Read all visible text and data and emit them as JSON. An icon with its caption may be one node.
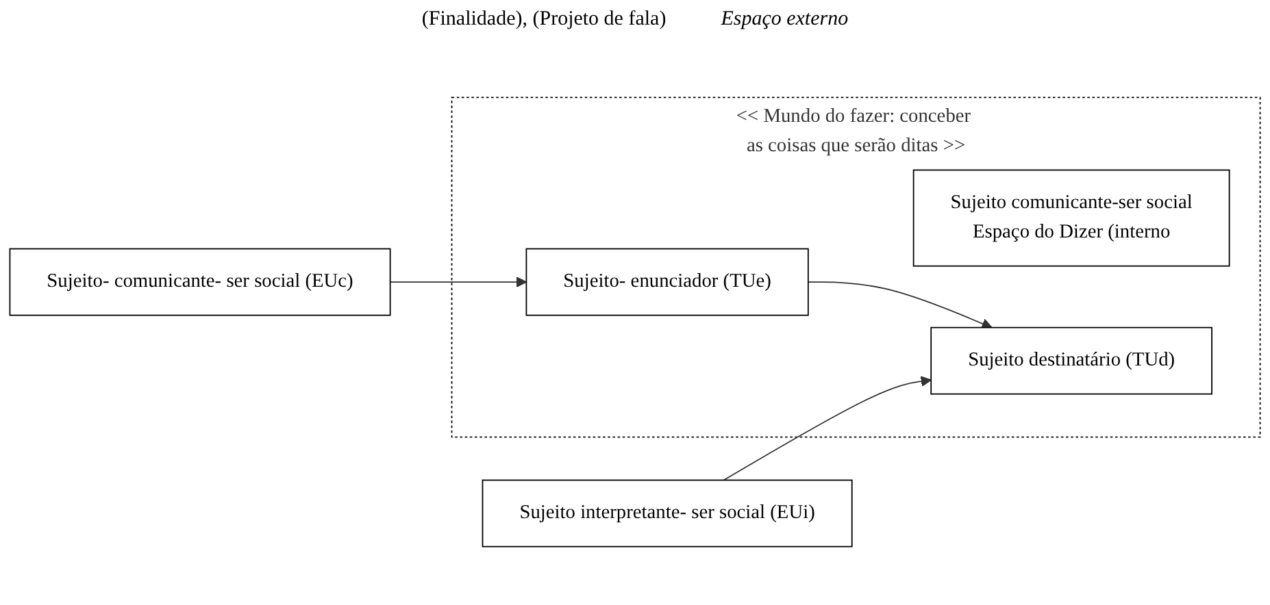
{
  "diagram": {
    "nodes": [
      {
        "text": [
          "<< Mundo do fazer: conceber as coisas que serão ditas >>"
        ]
      },
      {
        "text": [
          "Sujeito- comunicante- ser social (EUc)"
        ]
      },
      {
        "text": [
          "Sujeito- enunciador (TUe)"
        ],
        "in": 0
      },
      {
        "text": [
          "Sujeito comunicante-ser social",
          "Espaço do Dizer (interno"
        ],
        "in": 0
      },
      {
        "text": [
          "Sujeito destinatário (TUd)"
        ],
        "in": 0
      },
      {
        "text": [
          "Sujeito interpretante- ser social (EUi)"
        ]
      }
    ],
    "edges": [
      {
        "from": 1,
        "to": 2,
        "arrow": "to"
      },
      {
        "from": 2,
        "to": 4,
        "arrow": "to"
      },
      {
        "from": 5,
        "to": 4,
        "arrow": "to"
      }
    ],
    "labels": [
      "(Finalidade), (Projeto de fala)",
      "Espaço externo"
    ]
  }
}
